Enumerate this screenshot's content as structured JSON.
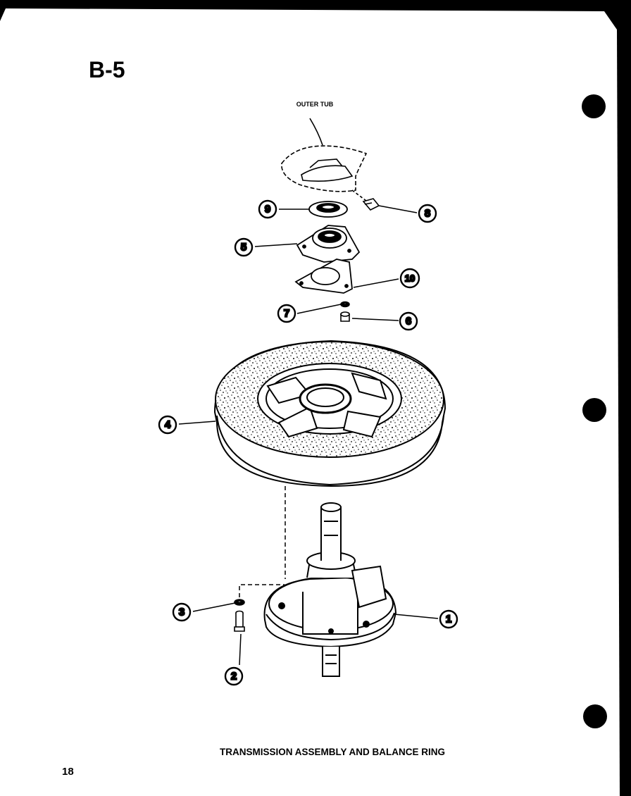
{
  "page": {
    "section_code": "B-5",
    "page_number": "18",
    "caption": "TRANSMISSION ASSEMBLY AND BALANCE RING"
  },
  "diagram": {
    "reference_label": "OUTER TUB",
    "callouts": [
      "1",
      "2",
      "3",
      "4",
      "5",
      "6",
      "7",
      "8",
      "9",
      "10"
    ]
  }
}
